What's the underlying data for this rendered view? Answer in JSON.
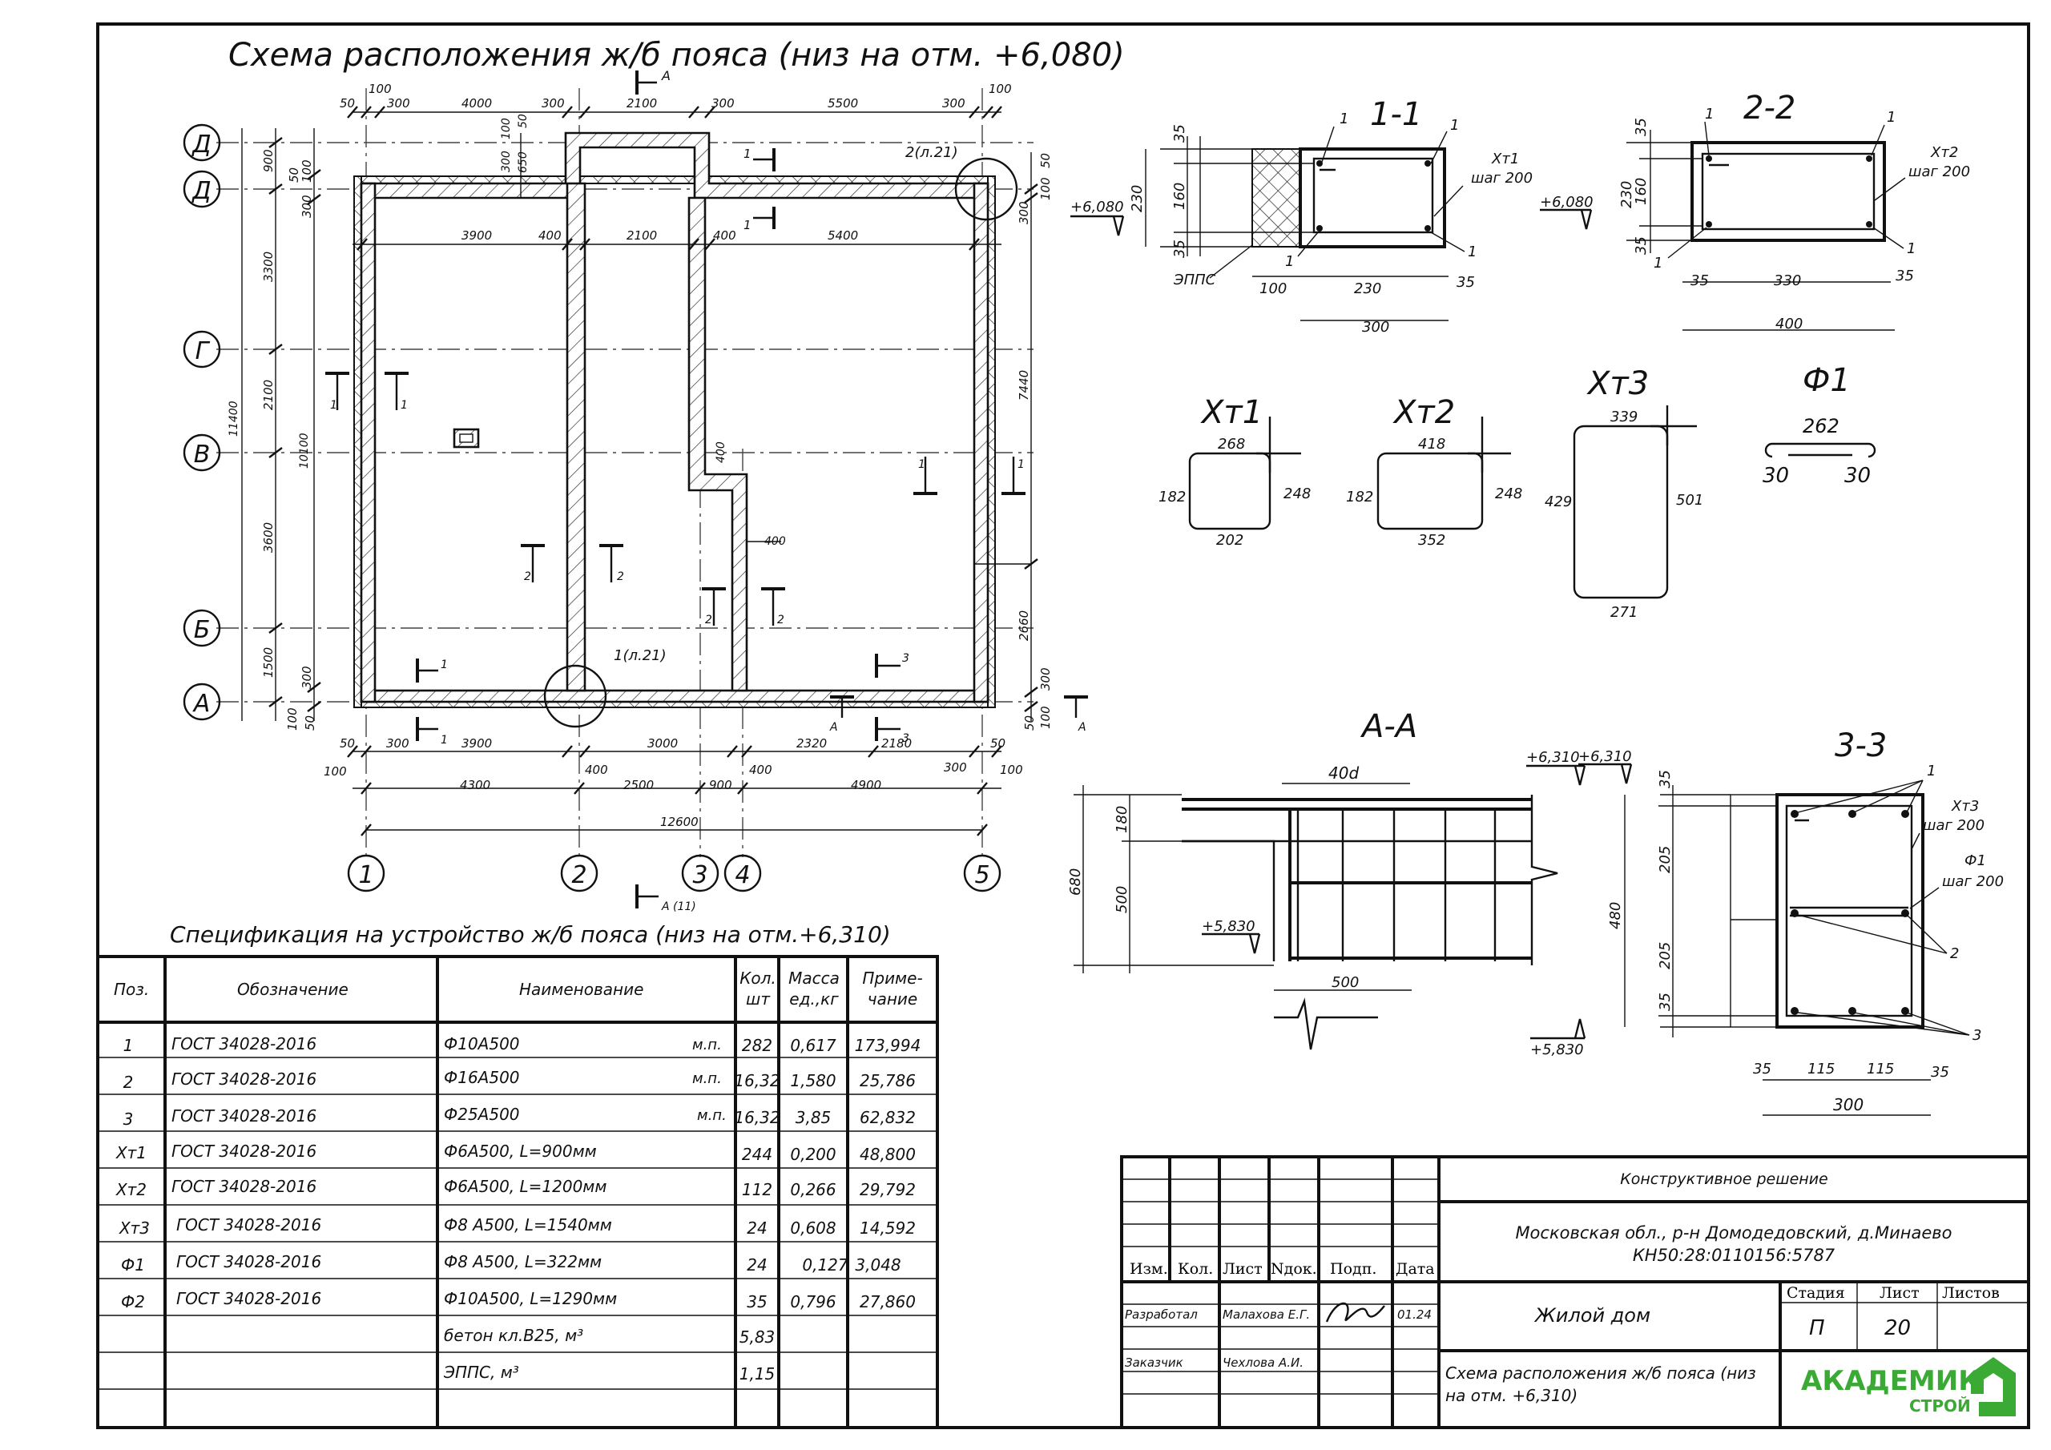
{
  "plan": {
    "title": "Схема расположения ж/б пояса (низ на отм. +6,080)",
    "axes_letters": [
      "Д",
      "Д",
      "Г",
      "В",
      "Б",
      "А"
    ],
    "axes_numbers": [
      "1",
      "2",
      "3",
      "4",
      "5"
    ],
    "top_dims_1": [
      "50",
      "100",
      "300",
      "4000",
      "300",
      "2100",
      "300",
      "5500",
      "300",
      "100"
    ],
    "top_dims_2": [
      "3900",
      "400",
      "2100",
      "400",
      "5400"
    ],
    "bottom_dims_1": [
      "50",
      "300",
      "3900",
      "3000",
      "2320",
      "2180",
      "300",
      "50"
    ],
    "bottom_dims_2": [
      "100",
      "400",
      "400",
      "100"
    ],
    "bottom_dims_3": [
      "4300",
      "2500",
      "900",
      "4900"
    ],
    "overall_width": "12600",
    "left_dims": [
      "900",
      "300",
      "3300",
      "2100",
      "3600",
      "1500",
      "300",
      "100",
      "50",
      "100",
      "50"
    ],
    "left_totals": [
      "11400",
      "10100"
    ],
    "right_dims": [
      "100",
      "300",
      "7440",
      "2660",
      "300",
      "100",
      "50",
      "50"
    ],
    "small_dims": [
      "100",
      "50",
      "650",
      "300",
      "400",
      "400"
    ],
    "section_marks": [
      "А",
      "1",
      "2",
      "3"
    ],
    "section_mark_bottom": "А (11)",
    "nodes": [
      "2(л.21)",
      "1(л.21)"
    ]
  },
  "sec11": {
    "title": "1-1",
    "elev": "+6,080",
    "heights": [
      "35",
      "160",
      "35",
      "230"
    ],
    "widths": [
      "100",
      "230",
      "35",
      "300"
    ],
    "insul": "ЭППС",
    "pos": [
      "1",
      "1",
      "1",
      "1"
    ],
    "bar": "Хт1",
    "step": "шаг 200"
  },
  "sec22": {
    "title": "2-2",
    "elev": "+6,080",
    "heights": [
      "35",
      "160",
      "35",
      "230"
    ],
    "widths": [
      "35",
      "330",
      "35",
      "400"
    ],
    "pos": [
      "1",
      "1",
      "1",
      "1"
    ],
    "bar": "Хт2",
    "step": "шаг 200"
  },
  "shapes": {
    "xt1": {
      "name": "Хт1",
      "top": "268",
      "left": "182",
      "right": "248",
      "bottom": "202"
    },
    "xt2": {
      "name": "Хт2",
      "top": "418",
      "left": "182",
      "right": "248",
      "bottom": "352"
    },
    "xt3": {
      "name": "Хт3",
      "top": "339",
      "left": "429",
      "right": "501",
      "bottom": "271"
    },
    "f1": {
      "name": "Ф1",
      "len": "262",
      "a": "30",
      "b": "30"
    }
  },
  "secAA": {
    "title": "А-А",
    "elev_top": "+6,310",
    "elev_mid": "+5,830",
    "lap": "40d",
    "dims": [
      "680",
      "180",
      "500",
      "500"
    ]
  },
  "sec33": {
    "title": "3-3",
    "elev_top": "+6,310",
    "elev_bot": "+5,830",
    "heights": [
      "35",
      "205",
      "480",
      "205",
      "35"
    ],
    "widths": [
      "35",
      "115",
      "115",
      "35",
      "300"
    ],
    "pos": [
      "1",
      "2",
      "3"
    ],
    "bar1": "Хт3",
    "step1": "шаг 200",
    "bar2": "Ф1",
    "step2": "шаг 200"
  },
  "spec": {
    "title": "Спецификация на устройство ж/б пояса (низ на отм.+6,310)",
    "headers": [
      "Поз.",
      "Обозначение",
      "Наименование",
      "Кол. шт",
      "Масса ед.,кг",
      "Приме- чание"
    ],
    "rows": [
      {
        "pos": "1",
        "doc": "ГОСТ 34028-2016",
        "name": "Ф10А500",
        "unit": "м.п.",
        "qty": "282",
        "mass": "0,617",
        "note": "173,994"
      },
      {
        "pos": "2",
        "doc": "ГОСТ 34028-2016",
        "name": "Ф16А500",
        "unit": "м.п.",
        "qty": "16,32",
        "mass": "1,580",
        "note": "25,786"
      },
      {
        "pos": "3",
        "doc": "ГОСТ 34028-2016",
        "name": "Ф25А500",
        "unit": "м.п.",
        "qty": "16,32",
        "mass": "3,85",
        "note": "62,832"
      },
      {
        "pos": "Хт1",
        "doc": "ГОСТ 34028-2016",
        "name": "Ф6А500, L=900мм",
        "unit": "",
        "qty": "244",
        "mass": "0,200",
        "note": "48,800"
      },
      {
        "pos": "Хт2",
        "doc": "ГОСТ 34028-2016",
        "name": "Ф6А500, L=1200мм",
        "unit": "",
        "qty": "112",
        "mass": "0,266",
        "note": "29,792"
      },
      {
        "pos": "Хт3",
        "doc": "ГОСТ 34028-2016",
        "name": "Ф8 А500, L=1540мм",
        "unit": "",
        "qty": "24",
        "mass": "0,608",
        "note": "14,592"
      },
      {
        "pos": "Ф1",
        "doc": "ГОСТ 34028-2016",
        "name": "Ф8 А500, L=322мм",
        "unit": "",
        "qty": "24",
        "mass": "0,127",
        "note": "3,048"
      },
      {
        "pos": "Ф2",
        "doc": "ГОСТ 34028-2016",
        "name": "Ф10А500, L=1290мм",
        "unit": "",
        "qty": "35",
        "mass": "0,796",
        "note": "27,860"
      },
      {
        "pos": "",
        "doc": "",
        "name": "бетон кл.В25, м³",
        "unit": "",
        "qty": "5,83",
        "mass": "",
        "note": ""
      },
      {
        "pos": "",
        "doc": "",
        "name": "ЭППС, м³",
        "unit": "",
        "qty": "1,15",
        "mass": "",
        "note": ""
      }
    ]
  },
  "stamp": {
    "design_type": "Конструктивное решение",
    "address_1": "Московская обл., р-н Домодедовский, д.Минаево",
    "address_2": "КН50:28:0110156:5787",
    "cols": [
      "Изм.",
      "Кол.",
      "Лист",
      "Nдок.",
      "Подп.",
      "Дата"
    ],
    "dev_label": "Разработал",
    "dev_name": "Малахова Е.Г.",
    "dev_date": "01.24",
    "cust_label": "Заказчик",
    "cust_name": "Чехлова А.И.",
    "object": "Жилой дом",
    "stage_h": "Стадия",
    "sheet_h": "Лист",
    "sheets_h": "Листов",
    "stage": "П",
    "sheet": "20",
    "sheets": "",
    "drawing": "Схема расположения ж/б пояса (низ на отм. +6,310)",
    "logo_1": "АКАДЕМИК",
    "logo_2": "СТРОЙ",
    "logo_color": "#3aaa35"
  }
}
